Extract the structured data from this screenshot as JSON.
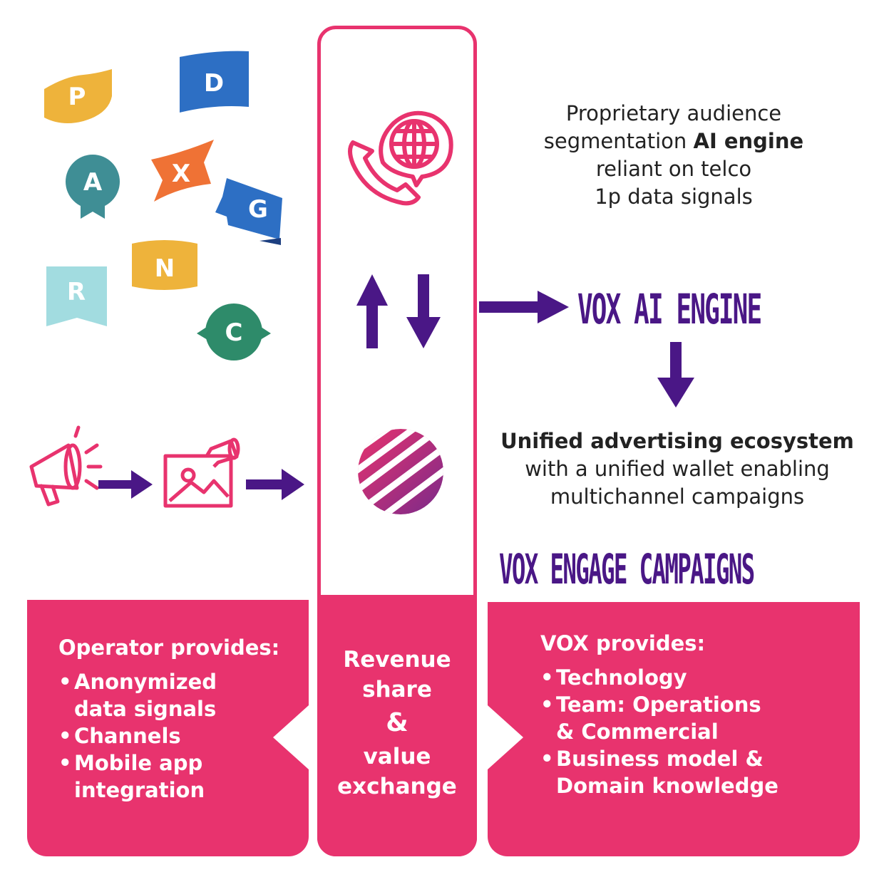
{
  "badges": [
    {
      "letter": "P",
      "color": "#eeb33b"
    },
    {
      "letter": "D",
      "color": "#2d6fc4"
    },
    {
      "letter": "A",
      "color": "#3f8e95"
    },
    {
      "letter": "X",
      "color": "#ef7235"
    },
    {
      "letter": "G",
      "color": "#2d6fc4"
    },
    {
      "letter": "N",
      "color": "#eeb33b"
    },
    {
      "letter": "R",
      "color": "#a2dce0"
    },
    {
      "letter": "C",
      "color": "#2e8b6a"
    }
  ],
  "icons": {
    "phone_globe": "phone-globe-icon",
    "up_down_arrows": "up-down-arrows-icon",
    "vox_logo": "vox-logo-icon",
    "megaphone": "megaphone-icon",
    "ad_image": "ad-image-icon"
  },
  "segmentation": {
    "line1": "Proprietary audience",
    "line2_pre": "segmentation ",
    "line2_bold": "AI engine",
    "line3": "reliant on telco",
    "line4": "1p data signals"
  },
  "vox_ai_engine_title": "VOX AI ENGINE",
  "unified": {
    "line1": "Unified advertising ecosystem",
    "line2": "with a unified wallet enabling",
    "line3": "multichannel campaigns"
  },
  "vox_engage_title": "VOX ENGAGE CAMPAIGNS",
  "operator": {
    "heading": "Operator provides:",
    "items": [
      {
        "line1": "Anonymized",
        "line2": "data signals"
      },
      {
        "line1": "Channels",
        "line2": ""
      },
      {
        "line1": "Mobile app",
        "line2": "integration"
      }
    ]
  },
  "center": {
    "line1": "Revenue",
    "line2": "share",
    "amp": "&",
    "line3": "value",
    "line4": "exchange"
  },
  "vox": {
    "heading": "VOX provides:",
    "items": [
      {
        "line1": "Technology",
        "line2": ""
      },
      {
        "line1": "Team: Operations",
        "line2": "& Commercial"
      },
      {
        "line1": "Business model &",
        "line2": "Domain knowledge"
      }
    ]
  },
  "colors": {
    "pink": "#e8336e",
    "purple": "#4a1786",
    "text_dark": "#222222"
  }
}
